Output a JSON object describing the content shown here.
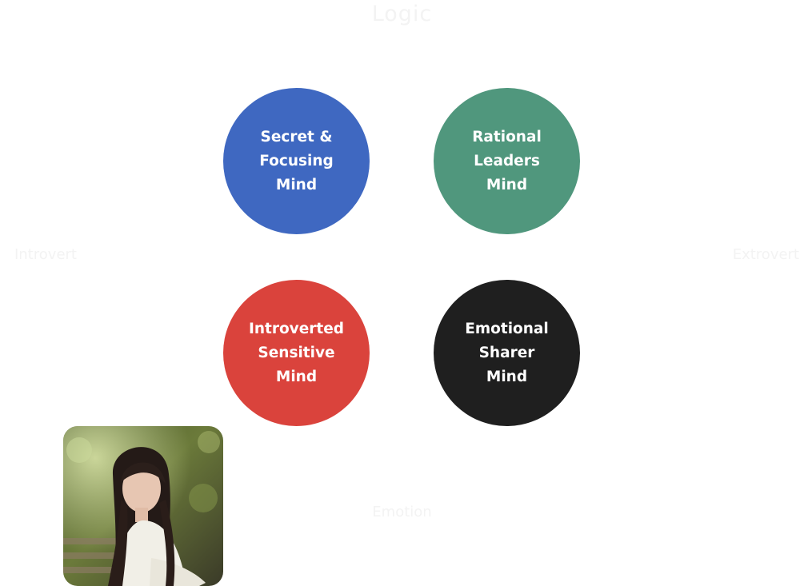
{
  "colors": {
    "background": "#ffffff",
    "secret_focusing": "#3f68c1",
    "rational_leaders": "#50977d",
    "introverted_sensitive": "#da433c",
    "emotional_sharer": "#1f1f1f",
    "label_text": "#ffffff"
  },
  "axes": {
    "top": "Logic",
    "top_sub": "",
    "left": "Introvert",
    "center": "",
    "right": "Extrovert",
    "bottom": "Emotion"
  },
  "quadrants": [
    {
      "id": "secret-focusing",
      "label": "Secret &\nFocusing\nMind"
    },
    {
      "id": "rational-leaders",
      "label": "Rational\nLeaders\nMind"
    },
    {
      "id": "introverted-sensitive",
      "label": "Introverted\nSensitive\nMind"
    },
    {
      "id": "emotional-sharer",
      "label": "Emotional\nSharer\nMind"
    }
  ],
  "portrait": {
    "icon": "woman-portrait-photo"
  }
}
